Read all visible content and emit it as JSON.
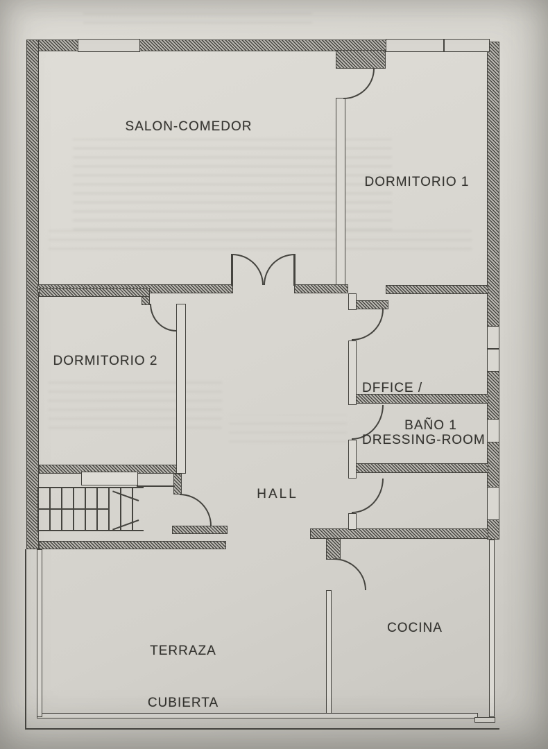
{
  "document": {
    "kind": "scanned apartment floor plan",
    "colors": {
      "paper": "#d9d7d1",
      "ink": "#45443f",
      "label_ink": "#34332f"
    }
  },
  "rooms": {
    "salon": {
      "label": "SALON-COMEDOR"
    },
    "dormitorio1": {
      "label": "DORMITORIO 1"
    },
    "dormitorio2": {
      "label": "DORMITORIO 2"
    },
    "office": {
      "line1": "DFFICE /",
      "line2": "DRESSING-ROOM"
    },
    "bano1": {
      "label": "BAÑO 1"
    },
    "hall": {
      "label": "HALL"
    },
    "terraza": {
      "line1": "TERRAZA",
      "line2": "CUBIERTA"
    },
    "cocina": {
      "label": "COCINA"
    }
  }
}
